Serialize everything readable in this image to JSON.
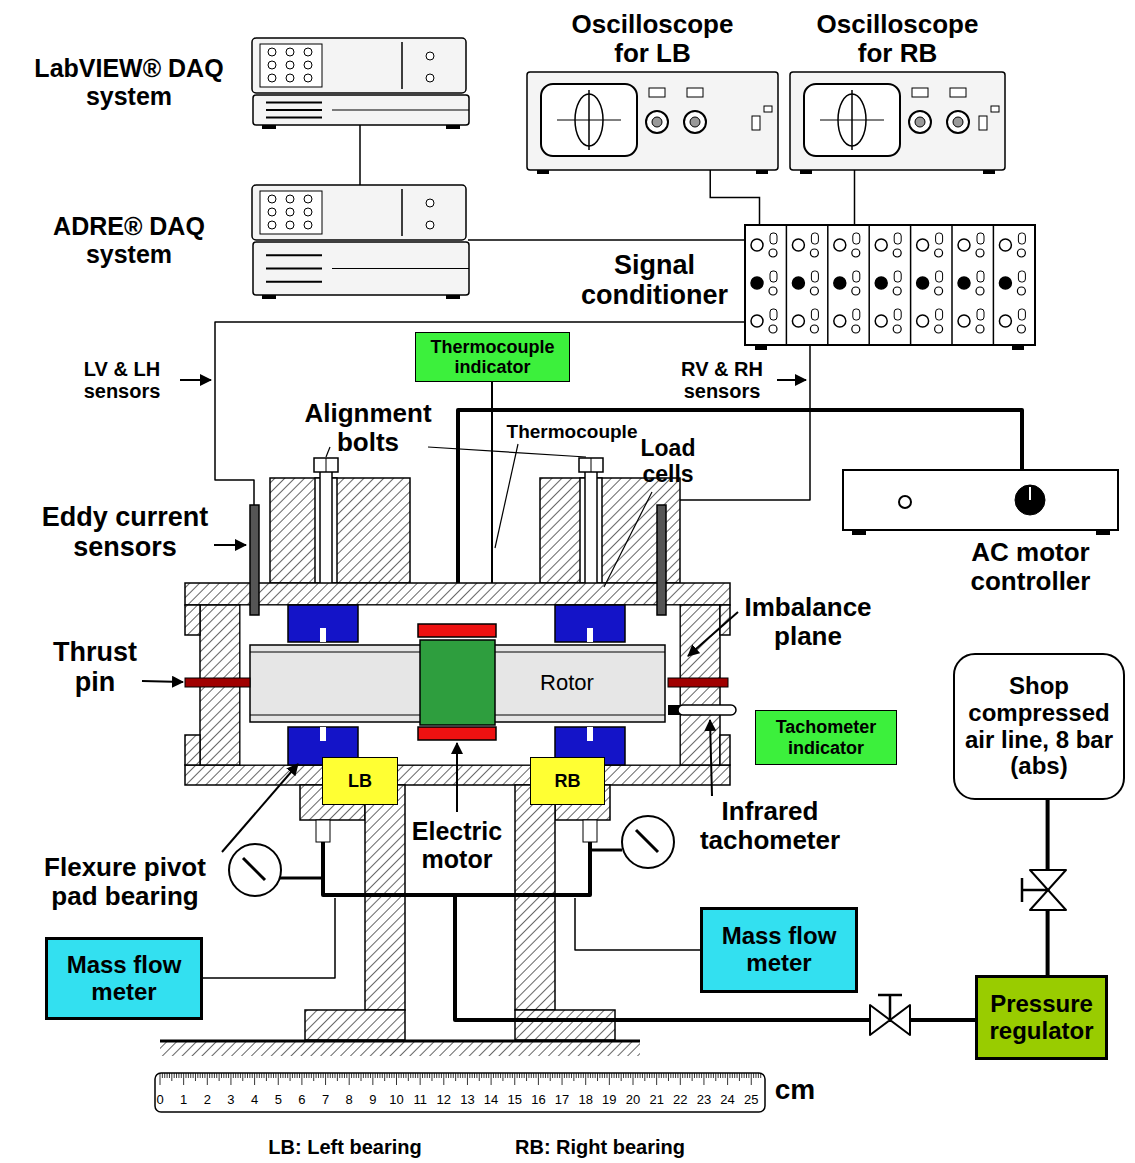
{
  "diagram": {
    "nodes": [
      {
        "text": [
          "LabVIEW® DAQ system"
        ]
      },
      {
        "text": [
          "Oscilloscope for LB"
        ]
      },
      {
        "text": [
          "Oscilloscope for RB"
        ]
      },
      {
        "text": [
          "ADRE® DAQ system"
        ]
      },
      {
        "text": [
          "Signal conditioner"
        ]
      },
      {
        "text": [
          "Thermocouple indicator"
        ]
      },
      {
        "text": [
          "AC motor controller"
        ]
      },
      {
        "text": [
          "Shop compressed air line, 8 bar (abs)"
        ]
      },
      {
        "text": [
          "Tachometer indicator"
        ]
      },
      {
        "text": [
          "LB"
        ]
      },
      {
        "text": [
          "RB"
        ]
      },
      {
        "text": [
          "Mass flow meter"
        ]
      },
      {
        "text": [
          "Mass flow meter"
        ]
      },
      {
        "text": [
          "Pressure regulator"
        ]
      }
    ],
    "edges": [
      {
        "from": 0,
        "to": 3,
        "arrow": "none"
      },
      {
        "from": 3,
        "to": 4,
        "arrow": "none"
      },
      {
        "from": 1,
        "to": 4,
        "arrow": "none"
      },
      {
        "from": 2,
        "to": 4,
        "arrow": "none"
      },
      {
        "from": 7,
        "to": 13,
        "arrow": "none"
      }
    ],
    "labels": [
      "Eddy current sensors",
      "Alignment bolts",
      "Load cells",
      "Thermocouple",
      "LV & LH sensors",
      "RV & RH sensors",
      "Thrust pin",
      "Imbalance plane",
      "Rotor",
      "Electric motor",
      "Flexure pivot pad bearing",
      "Infrared tachometer",
      "LB: Left bearing",
      "RB: Right bearing",
      "cm",
      "0",
      "1",
      "2",
      "3",
      "4",
      "5",
      "6",
      "7",
      "8",
      "9",
      "10",
      "11",
      "12",
      "13",
      "14",
      "15",
      "16",
      "17",
      "18",
      "19",
      "20",
      "21",
      "22",
      "23",
      "24",
      "25"
    ]
  }
}
